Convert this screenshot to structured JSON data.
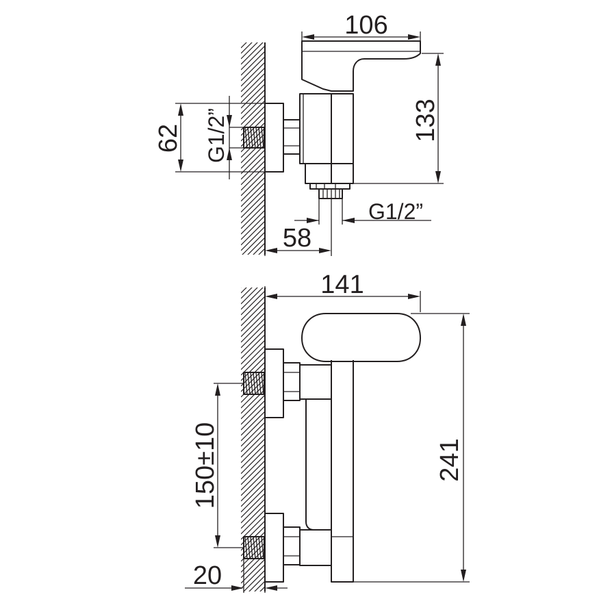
{
  "side_view": {
    "dim_width_top": "106",
    "dim_height": "133",
    "dim_inlet_spacing": "62",
    "thread_inlet": "G1/2”",
    "thread_outlet": "G1/2”",
    "dim_depth": "58"
  },
  "front_view": {
    "dim_width_top": "141",
    "dim_height": "241",
    "dim_centers": "150±10",
    "dim_offset": "20"
  }
}
